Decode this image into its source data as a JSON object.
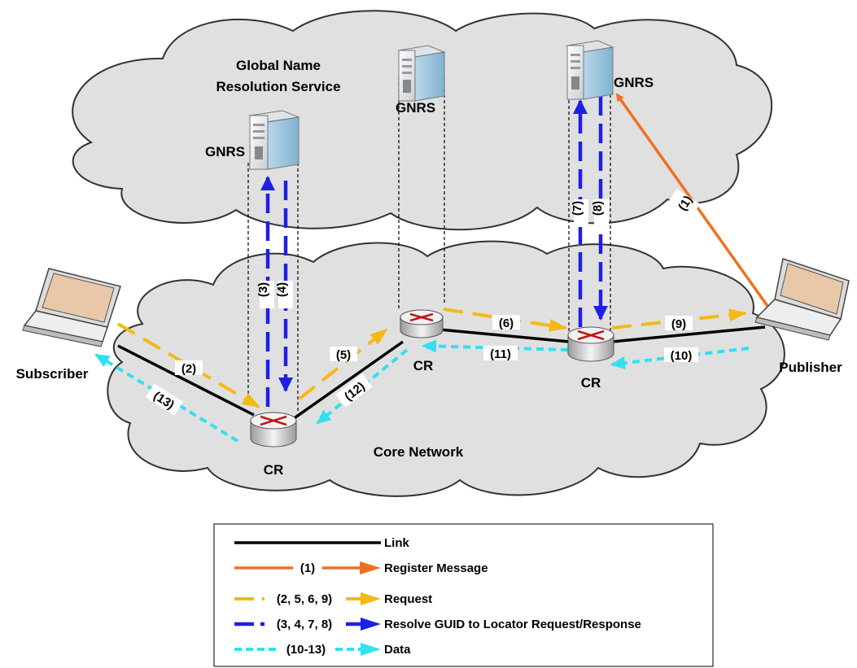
{
  "clouds": {
    "gnrs_title_line1": "Global Name",
    "gnrs_title_line2": "Resolution Service",
    "core_title": "Core Network"
  },
  "nodes": {
    "subscriber": "Subscriber",
    "publisher": "Publisher",
    "router_label": "CR",
    "server_label": "GNRS"
  },
  "steps": {
    "s1": "(1)",
    "s2": "(2)",
    "s3": "(3)",
    "s4": "(4)",
    "s5": "(5)",
    "s6": "(6)",
    "s7": "(7)",
    "s8": "(8)",
    "s9": "(9)",
    "s10": "(10)",
    "s11": "(11)",
    "s12": "(12)",
    "s13": "(13)"
  },
  "legend": {
    "link": "Link",
    "register_tag": "(1)",
    "register": "Register Message",
    "request_tag": "(2, 5, 6, 9)",
    "request": "Request",
    "resolve_tag": "(3, 4, 7, 8)",
    "resolve": "Resolve GUID to Locator Request/Response",
    "data_tag": "(10-13)",
    "data": "Data"
  },
  "colors": {
    "link": "#000000",
    "register": "#f07021",
    "request": "#f5b914",
    "resolve": "#1f1fe6",
    "data": "#33e0f0",
    "cloud_fill": "#e0e0e0"
  }
}
